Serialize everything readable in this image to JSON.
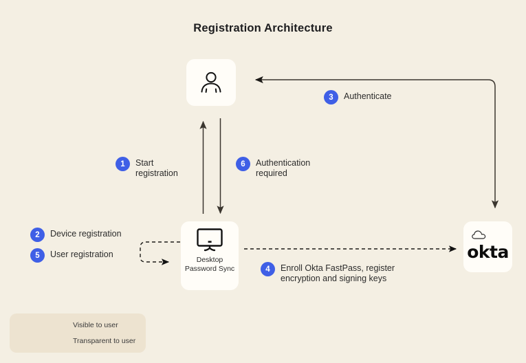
{
  "page": {
    "title": "Registration Architecture",
    "background_color": "#f4efe3",
    "accent_color": "#3f5fe6",
    "card_color": "#fffdf8",
    "line_color": "#3a352e"
  },
  "nodes": [
    {
      "id": "user",
      "name": "user-node",
      "icon": "person-icon",
      "label": ""
    },
    {
      "id": "desktop",
      "name": "desktop-password-sync-node",
      "icon": "monitor-icon",
      "label": "Desktop\nPassword\nSync"
    },
    {
      "id": "okta",
      "name": "okta-node",
      "icon": "cloud-icon",
      "label": "okta"
    }
  ],
  "steps": [
    {
      "number": "1",
      "text": "Start\nregistration"
    },
    {
      "number": "2",
      "text": "Device registration"
    },
    {
      "number": "3",
      "text": "Authenticate"
    },
    {
      "number": "4",
      "text": "Enroll Okta FastPass, register\nencryption and signing keys"
    },
    {
      "number": "5",
      "text": "User registration"
    },
    {
      "number": "6",
      "text": "Authentication\nrequired"
    }
  ],
  "legend": {
    "items": [
      {
        "style": "solid",
        "label": "Visible to user"
      },
      {
        "style": "dashed",
        "label": "Transparent to user"
      }
    ]
  },
  "connections": [
    {
      "from": "desktop",
      "to": "user",
      "style": "solid",
      "step": "1"
    },
    {
      "from": "user",
      "to": "desktop",
      "style": "solid",
      "step": "6"
    },
    {
      "from": "okta",
      "to": "user",
      "style": "solid",
      "step": "3"
    },
    {
      "from": "desktop",
      "to": "desktop",
      "style": "dashed",
      "step": "2 / 5"
    },
    {
      "from": "desktop",
      "to": "okta",
      "style": "dashed",
      "step": "4"
    }
  ]
}
